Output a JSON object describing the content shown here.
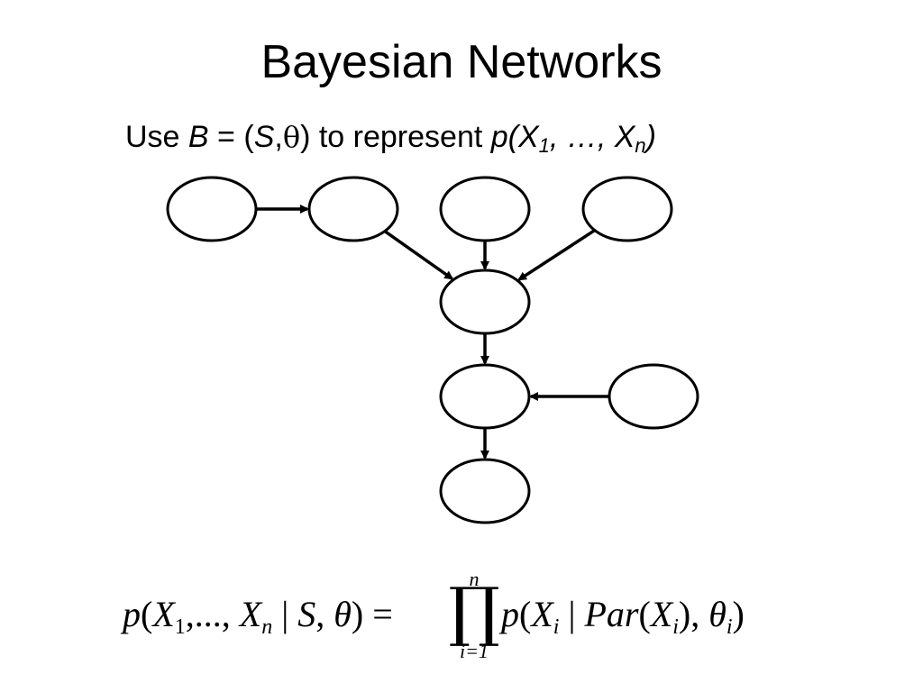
{
  "slide": {
    "title": "Bayesian Networks",
    "subtitle": {
      "use": "Use",
      "B": "B",
      "eq": " = (",
      "S": "S",
      "comma": ",",
      "theta": "θ",
      "close": ") to represent ",
      "p_open": "p(X",
      "sub1": "1",
      "mid": ", …, X",
      "subn": "n",
      "p_close": ")"
    }
  },
  "formula": {
    "lhs_p": "p",
    "lhs_open": "(",
    "X1": "X",
    "sub1": "1",
    "dots": ",..., ",
    "Xn": "X",
    "subn": "n",
    "bar": " | ",
    "S": "S",
    "comma": ", ",
    "theta": "θ",
    "lhs_close": ") = ",
    "prod_top": "n",
    "prod_sym": "∏",
    "prod_bottom": "i=1",
    "rhs_p": "p",
    "rhs_open": "(",
    "Xi": "X",
    "subi": "i",
    "bar2": " | ",
    "par": "Par",
    "par_open": "(",
    "Xi2": "X",
    "subi2": "i",
    "par_close": "), ",
    "theta2": "θ",
    "subi3": "i",
    "rhs_close": ")"
  },
  "colors": {
    "ink": "#000000",
    "node_fill": "#ffffff"
  },
  "diagram": {
    "nodes": [
      {
        "id": "n1"
      },
      {
        "id": "n2"
      },
      {
        "id": "n3"
      },
      {
        "id": "n4"
      },
      {
        "id": "n5"
      },
      {
        "id": "n6"
      },
      {
        "id": "n7"
      },
      {
        "id": "n8"
      }
    ],
    "edges": [
      {
        "from": "n1",
        "to": "n2"
      },
      {
        "from": "n2",
        "to": "n5"
      },
      {
        "from": "n3",
        "to": "n5"
      },
      {
        "from": "n4",
        "to": "n5"
      },
      {
        "from": "n5",
        "to": "n6"
      },
      {
        "from": "n8",
        "to": "n6"
      },
      {
        "from": "n6",
        "to": "n7"
      }
    ]
  }
}
